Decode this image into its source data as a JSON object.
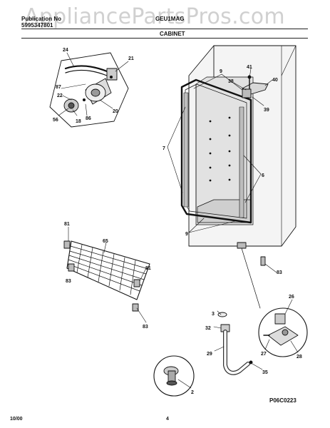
{
  "header": {
    "publication_label": "Publication No",
    "publication_number": "5995347801",
    "model": "GEU1MAG",
    "section_title": "CABINET"
  },
  "watermark": "AppliancePartsPros.com",
  "callouts": {
    "c24": "24",
    "c21": "21",
    "c87": "87",
    "c22": "22",
    "c20": "20",
    "c56": "56",
    "c18": "18",
    "c86": "86",
    "c9a": "9",
    "c9b": "9",
    "c41": "41",
    "c38": "38",
    "c40": "40",
    "c39": "39",
    "c7": "7",
    "c6": "6",
    "c81a": "81",
    "c65": "65",
    "c83a": "83",
    "c81b": "81",
    "c83b": "83",
    "c83c": "83",
    "c26": "26",
    "c3": "3",
    "c32": "32",
    "c27": "27",
    "c28": "28",
    "c29": "29",
    "c35": "35",
    "c2": "2"
  },
  "footer": {
    "date": "10/00",
    "page": "4",
    "drawing_number": "P06C0223"
  }
}
